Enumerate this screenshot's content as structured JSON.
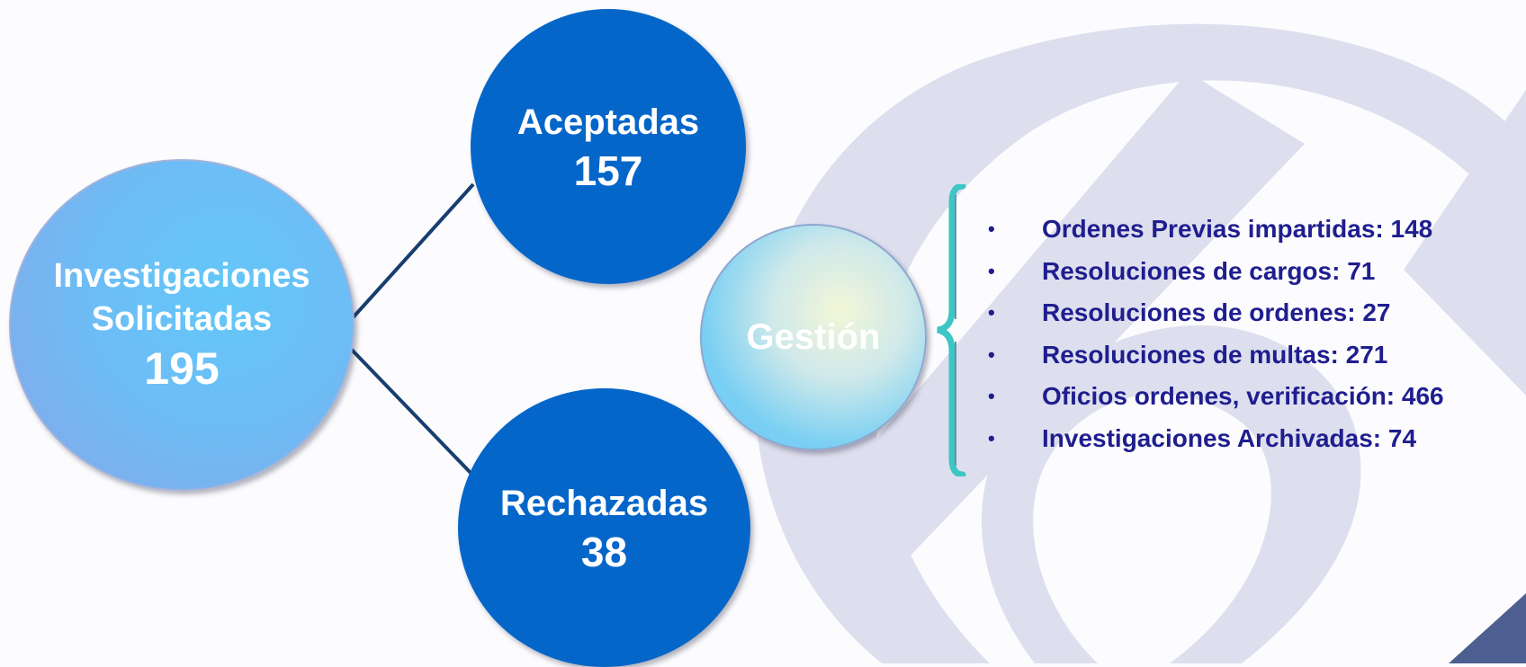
{
  "nodes": {
    "main": {
      "label_line1": "Investigaciones",
      "label_line2": "Solicitadas",
      "value": "195"
    },
    "accepted": {
      "label": "Aceptadas",
      "value": "157"
    },
    "rejected": {
      "label": "Rechazadas",
      "value": "38"
    },
    "gestion": {
      "label": "Gestión"
    }
  },
  "results": [
    "Ordenes Previas impartidas: 148",
    "Resoluciones de cargos: 71",
    "Resoluciones de ordenes: 27",
    "Resoluciones de multas: 271",
    "Oficios ordenes, verificación:  466",
    "Investigaciones Archivadas: 74"
  ],
  "bullet_glyph": "•",
  "colors": {
    "node_dark": "#0566c9",
    "node_light": "#6dbdf6",
    "connector": "#173e6f",
    "list_text": "#1f1e8f",
    "brace": "#3cc6c4",
    "watermark": "#dedfee"
  }
}
